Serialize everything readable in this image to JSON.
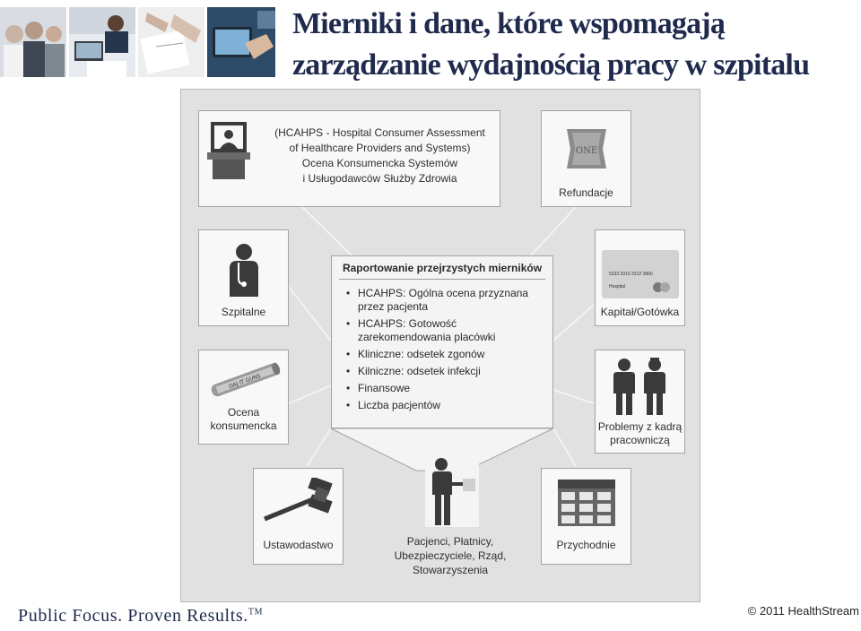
{
  "header": {
    "title_line1": "Mierniki i dane, które wspomagają",
    "title_line2": "zarządzanie wydajnością pracy w szpitalu",
    "photos": [
      "photo-doctors-icon",
      "photo-laptop-meeting-icon",
      "photo-paperwork-icon",
      "photo-tablet-icon"
    ]
  },
  "diagram": {
    "center": {
      "title": "Raportowanie przejrzystych mierników",
      "items": [
        "HCAHPS: Ogólna ocena przyznana przez pacjenta",
        "HCAHPS: Gotowość zarekomendowania placówki",
        "Kliniczne: odsetek zgonów",
        "Kilniczne: odsetek infekcji",
        "Finansowe",
        "Liczba pacjentów"
      ]
    },
    "hcahps_box": {
      "line1": "(HCAHPS - Hospital Consumer Assessment",
      "line2": "of Healthcare Providers and Systems)",
      "line3": "Ocena Konsumencka Systemów",
      "line4": "i Usługodawców Służby Zdrowia"
    },
    "refunds_label": "Refundacje",
    "hospital_label": "Szpitalne",
    "capital_label": "Kapitał/Gotówka",
    "card_number": "5233 3310 3312 3860",
    "card_name": "Hospital",
    "consumer_line1": "Ocena",
    "consumer_line2": "konsumencka",
    "staff_line1": "Problemy z kadrą",
    "staff_line2": "pracowniczą",
    "law_label": "Ustawodastwo",
    "revenue_label": "Przychodnie",
    "stakeholders": {
      "line1": "Pacjenci, Płatnicy,",
      "line2": "Ubezpieczyciele, Rząd,",
      "line3": "Stowarzyszenia"
    }
  },
  "footer": {
    "slogan": "Public Focus. Proven Results.",
    "tm": "TM",
    "copyright": "© 2011 HealthStream"
  }
}
